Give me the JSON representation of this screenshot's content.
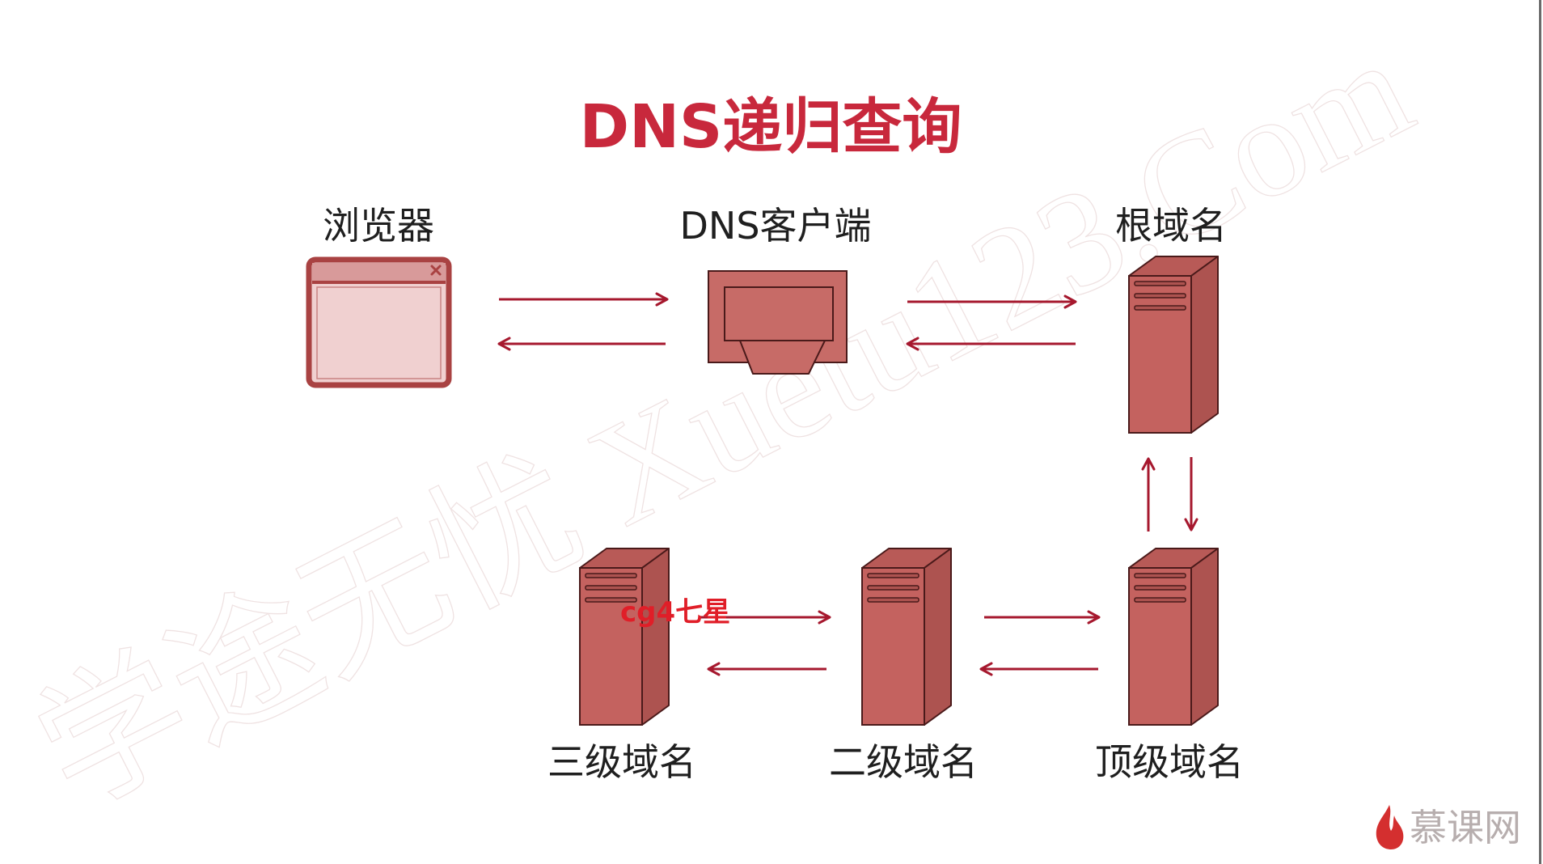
{
  "title": "DNS递归查询",
  "nodes": {
    "browser": {
      "label": "浏览器",
      "icon": "browser-window-icon"
    },
    "dns_client": {
      "label": "DNS客户端",
      "icon": "monitor-icon"
    },
    "root": {
      "label": "根域名",
      "icon": "server-icon"
    },
    "top_level": {
      "label": "顶级域名",
      "icon": "server-icon"
    },
    "second_level": {
      "label": "二级域名",
      "icon": "server-icon"
    },
    "third_level": {
      "label": "三级域名",
      "icon": "server-icon"
    }
  },
  "overlay_text": "cg4七星",
  "watermark": "学途无忧 Xuetu123.Com",
  "logo": {
    "text": "慕课网",
    "icon": "flame-icon"
  },
  "colors": {
    "title": "#c8283c",
    "label": "#1f1f1f",
    "arrow": "#a6182e",
    "server_front": "#c4625f",
    "server_side": "#ad5350",
    "server_top": "#b85a57",
    "outline": "#4a1a1a",
    "browser_border": "#a94242",
    "browser_titlebar": "#d89a9a",
    "browser_fill": "#f0d0d0",
    "monitor_fill": "#c76b67",
    "overlay": "#e01e28",
    "watermark": "#efe2e2",
    "logo_text": "#b7aeae",
    "flame": "#d42f2f"
  }
}
